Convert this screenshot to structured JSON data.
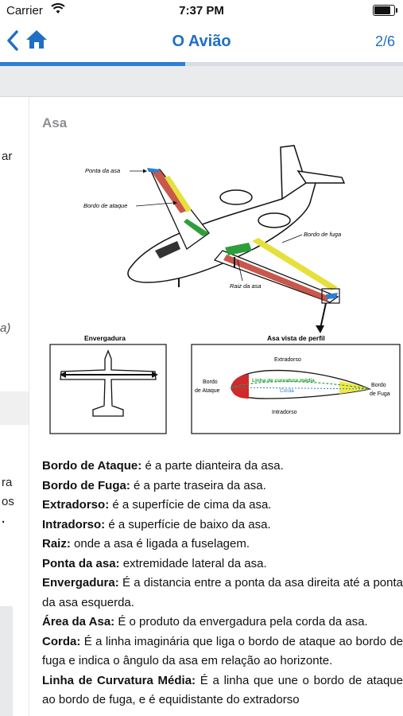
{
  "status_bar": {
    "carrier": "Carrier",
    "time": "7:37 PM"
  },
  "nav": {
    "title": "O Avião",
    "page_counter": "2/6"
  },
  "progress": {
    "fraction": 0.46
  },
  "left_fragments": [
    "ar",
    "a)",
    "ra",
    "os",
    "."
  ],
  "section": {
    "heading": "Asa"
  },
  "figure": {
    "labels": {
      "ponta_da_asa": "Ponta da asa",
      "bordo_de_ataque": "Bordo de ataque",
      "bordo_de_fuga": "Bordo de fuga",
      "raiz_da_asa": "Raiz da asa",
      "envergadura": "Envergadura",
      "perfil_title": "Asa vista de perfil",
      "extradorso": "Extradorso",
      "intradorso": "Intradorso",
      "perfil_bordo_ataque_1": "Bordo",
      "perfil_bordo_ataque_2": "de Ataque",
      "perfil_bordo_fuga_1": "Bordo",
      "perfil_bordo_fuga_2": "de Fuga",
      "linha_curvatura": "Linha de curvatura média",
      "corda": "Corda"
    }
  },
  "definitions": [
    {
      "term": "Bordo de Ataque:",
      "text": " é a parte dianteira da asa."
    },
    {
      "term": "Bordo de Fuga:",
      "text": " é a parte traseira da asa."
    },
    {
      "term": "Extradorso:",
      "text": " é a superfície de cima da asa."
    },
    {
      "term": "Intradorso:",
      "text": " é a superfície de baixo da asa."
    },
    {
      "term": "Raiz:",
      "text": " onde a asa é ligada a fuselagem."
    },
    {
      "term": "Ponta da asa:",
      "text": " extremidade lateral da asa."
    },
    {
      "term": "Envergadura:",
      "text": " É a distancia entre a ponta da asa direita até a ponta da asa esquerda."
    },
    {
      "term": "Área da Asa:",
      "text": " É o produto da envergadura pela corda da asa."
    },
    {
      "term": "Corda:",
      "text": " É a linha imaginária que liga o bordo de ataque ao bordo de fuga e indica o ângulo da asa em relação ao horizonte."
    },
    {
      "term": "Linha de Curvatura Média:",
      "text": " É a linha que une o bordo de ataque ao bordo de fuga, e é equidistante do extradorso"
    }
  ],
  "colors": {
    "accent": "#1f6fc4",
    "progress": "#2b7fd4"
  }
}
